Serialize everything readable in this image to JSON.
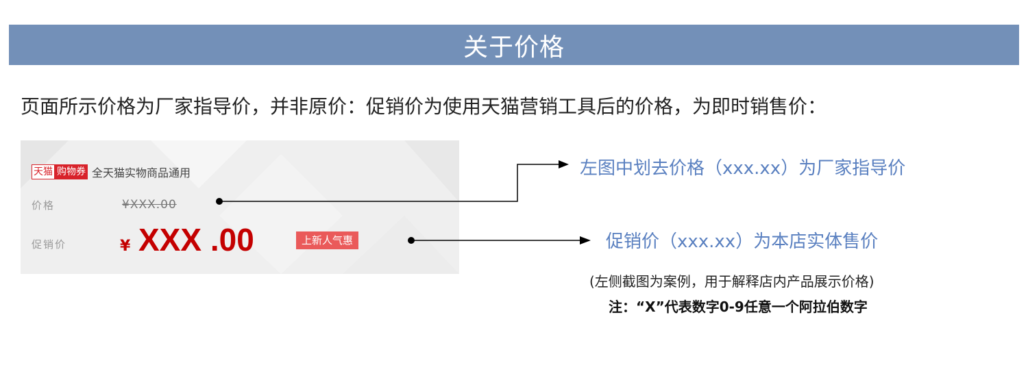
{
  "banner": {
    "title": "关于价格"
  },
  "intro": {
    "text": "页面所示价格为厂家指导价，并非原价：促销价为使用天猫营销工具后的价格，为即时销售价："
  },
  "example_card": {
    "tmall_tag": "天猫",
    "coupon_tag": "购物券",
    "coupon_desc": "全天猫实物商品通用",
    "price_label": "价格",
    "price_value": "¥XXX.00",
    "promo_label": "促销价",
    "promo_currency": "¥",
    "promo_value": "XXX .00",
    "promo_badge": "上新人气惠",
    "colors": {
      "accent_red": "#c40000",
      "tag_red": "#d8222a",
      "badge_red": "#ea5a5a"
    }
  },
  "annotations": {
    "guide_price_note": "左图中划去价格（xxx.xx）为厂家指导价",
    "promo_price_note": "促销价（xxx.xx）为本店实体售价",
    "example_note": "(左侧截图为案例，用于解释店内产品展示价格)",
    "digit_note": "注：“X”代表数字0-9任意一个阿拉伯数字"
  },
  "colors": {
    "banner_bg": "#7390b8",
    "note_blue": "#5a80c0"
  }
}
